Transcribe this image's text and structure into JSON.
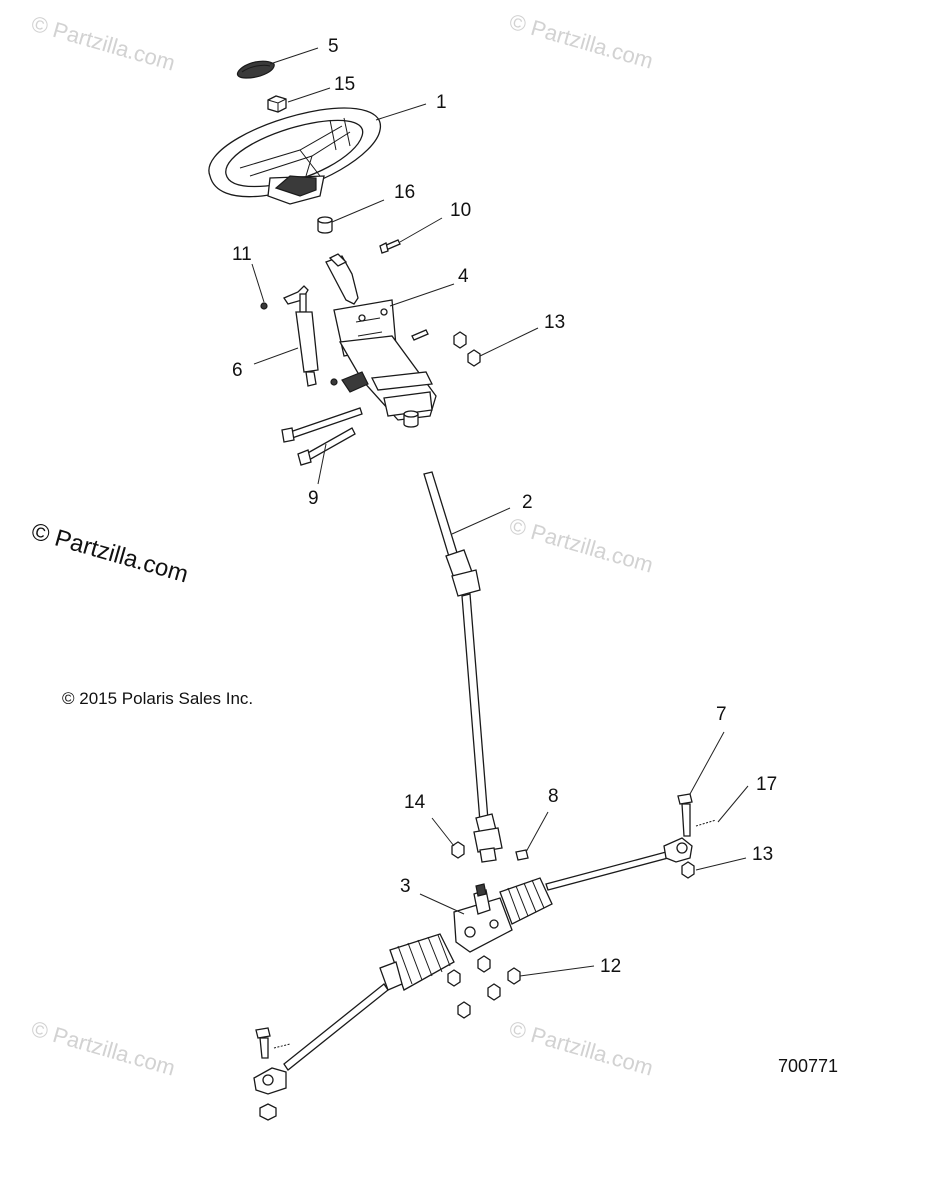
{
  "watermarks": {
    "tl": "© Partzilla.com",
    "tr": "© Partzilla.com",
    "mid_right": "© Partzilla.com",
    "mid_left": "© Partzilla.com",
    "bl": "© Partzilla.com",
    "br": "© Partzilla.com"
  },
  "copyright": "© 2015 Polaris Sales Inc.",
  "diagram_id": "700771",
  "callouts": {
    "c1": "1",
    "c2": "2",
    "c3": "3",
    "c4": "4",
    "c5": "5",
    "c6": "6",
    "c7": "7",
    "c8": "8",
    "c9": "9",
    "c10": "10",
    "c11": "11",
    "c12": "12",
    "c13a": "13",
    "c13b": "13",
    "c14": "14",
    "c15": "15",
    "c16": "16",
    "c17": "17"
  }
}
